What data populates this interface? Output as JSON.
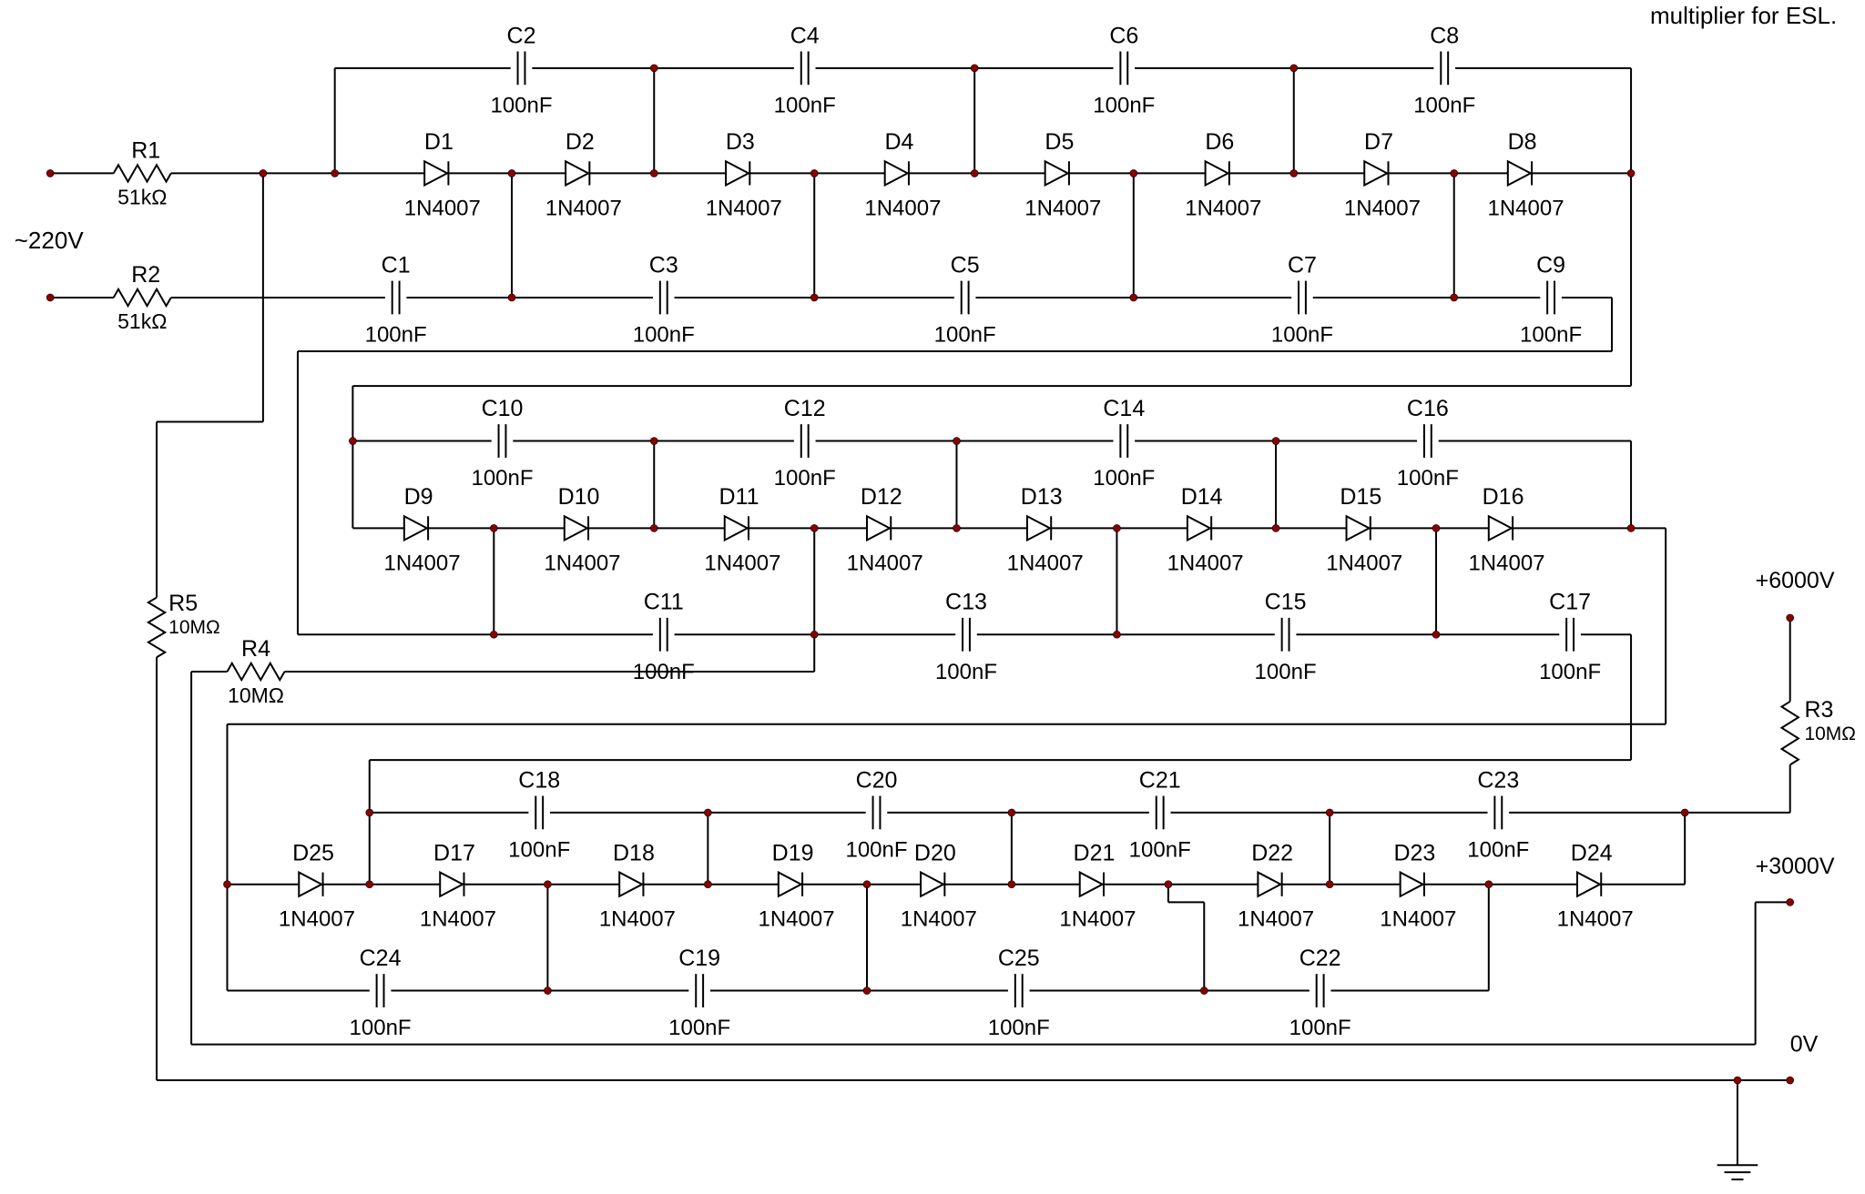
{
  "header": {
    "note": "multiplier for ESL."
  },
  "input": {
    "label": "~220V"
  },
  "outputs": {
    "high": "+6000V",
    "mid": "+3000V",
    "zero": "0V"
  },
  "resistors": [
    {
      "ref": "R1",
      "value": "51kΩ"
    },
    {
      "ref": "R2",
      "value": "51kΩ"
    },
    {
      "ref": "R3",
      "value": "10MΩ"
    },
    {
      "ref": "R4",
      "value": "10MΩ"
    },
    {
      "ref": "R5",
      "value": "10MΩ"
    }
  ],
  "capacitors": [
    {
      "ref": "C1",
      "value": "100nF"
    },
    {
      "ref": "C2",
      "value": "100nF"
    },
    {
      "ref": "C3",
      "value": "100nF"
    },
    {
      "ref": "C4",
      "value": "100nF"
    },
    {
      "ref": "C5",
      "value": "100nF"
    },
    {
      "ref": "C6",
      "value": "100nF"
    },
    {
      "ref": "C7",
      "value": "100nF"
    },
    {
      "ref": "C8",
      "value": "100nF"
    },
    {
      "ref": "C9",
      "value": "100nF"
    },
    {
      "ref": "C10",
      "value": "100nF"
    },
    {
      "ref": "C11",
      "value": "100nF"
    },
    {
      "ref": "C12",
      "value": "100nF"
    },
    {
      "ref": "C13",
      "value": "100nF"
    },
    {
      "ref": "C14",
      "value": "100nF"
    },
    {
      "ref": "C15",
      "value": "100nF"
    },
    {
      "ref": "C16",
      "value": "100nF"
    },
    {
      "ref": "C17",
      "value": "100nF"
    },
    {
      "ref": "C18",
      "value": "100nF"
    },
    {
      "ref": "C19",
      "value": "100nF"
    },
    {
      "ref": "C20",
      "value": "100nF"
    },
    {
      "ref": "C21",
      "value": "100nF"
    },
    {
      "ref": "C22",
      "value": "100nF"
    },
    {
      "ref": "C23",
      "value": "100nF"
    },
    {
      "ref": "C24",
      "value": "100nF"
    },
    {
      "ref": "C25",
      "value": "100nF"
    }
  ],
  "diodes": [
    {
      "ref": "D1",
      "value": "1N4007"
    },
    {
      "ref": "D2",
      "value": "1N4007"
    },
    {
      "ref": "D3",
      "value": "1N4007"
    },
    {
      "ref": "D4",
      "value": "1N4007"
    },
    {
      "ref": "D5",
      "value": "1N4007"
    },
    {
      "ref": "D6",
      "value": "1N4007"
    },
    {
      "ref": "D7",
      "value": "1N4007"
    },
    {
      "ref": "D8",
      "value": "1N4007"
    },
    {
      "ref": "D9",
      "value": "1N4007"
    },
    {
      "ref": "D10",
      "value": "1N4007"
    },
    {
      "ref": "D11",
      "value": "1N4007"
    },
    {
      "ref": "D12",
      "value": "1N4007"
    },
    {
      "ref": "D13",
      "value": "1N4007"
    },
    {
      "ref": "D14",
      "value": "1N4007"
    },
    {
      "ref": "D15",
      "value": "1N4007"
    },
    {
      "ref": "D16",
      "value": "1N4007"
    },
    {
      "ref": "D17",
      "value": "1N4007"
    },
    {
      "ref": "D18",
      "value": "1N4007"
    },
    {
      "ref": "D19",
      "value": "1N4007"
    },
    {
      "ref": "D20",
      "value": "1N4007"
    },
    {
      "ref": "D21",
      "value": "1N4007"
    },
    {
      "ref": "D22",
      "value": "1N4007"
    },
    {
      "ref": "D23",
      "value": "1N4007"
    },
    {
      "ref": "D24",
      "value": "1N4007"
    },
    {
      "ref": "D25",
      "value": "1N4007"
    }
  ]
}
